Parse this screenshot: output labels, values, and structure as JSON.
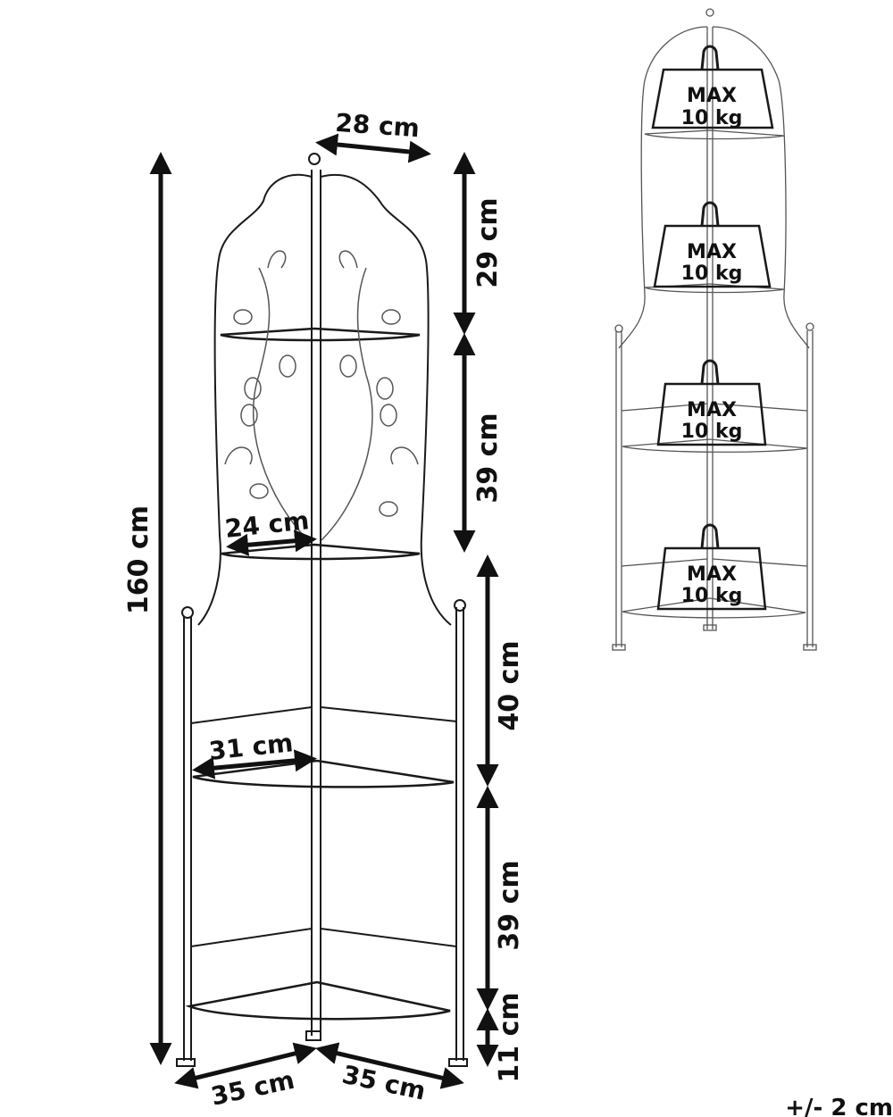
{
  "dimensions": {
    "total_height": "160 cm",
    "top_width": "28 cm",
    "top_section": "29 cm",
    "second_section": "39 cm",
    "third_section": "40 cm",
    "fourth_section": "39 cm",
    "leg_height": "11 cm",
    "shelf_2_depth": "24 cm",
    "shelf_3_depth": "31 cm",
    "base_left": "35 cm",
    "base_right": "35 cm"
  },
  "load_labels": [
    {
      "line1": "MAX",
      "line2": "10 kg"
    },
    {
      "line1": "MAX",
      "line2": "10 kg"
    },
    {
      "line1": "MAX",
      "line2": "10 kg"
    },
    {
      "line1": "MAX",
      "line2": "10 kg"
    }
  ],
  "tolerance": "+/- 2 cm",
  "colors": {
    "line": "#1a1a1a",
    "thin_line": "#555555",
    "background": "#ffffff"
  }
}
